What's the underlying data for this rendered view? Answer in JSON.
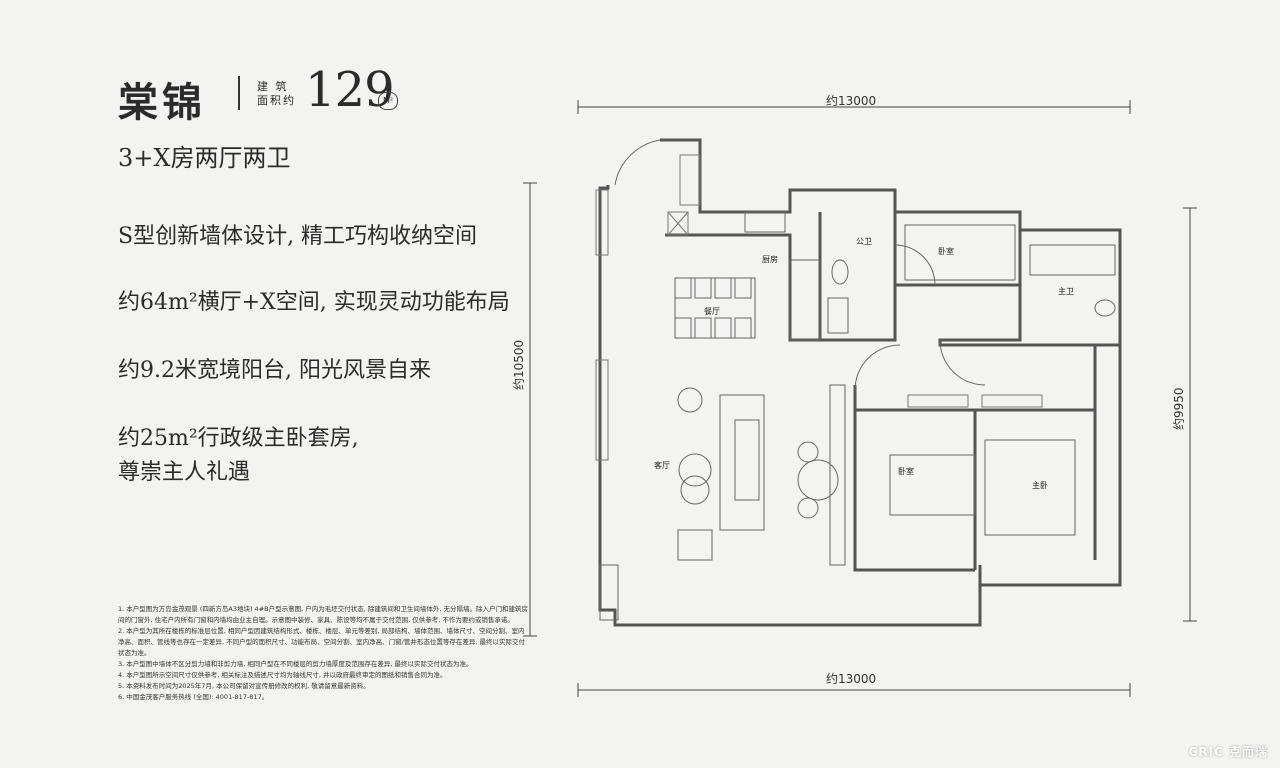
{
  "header": {
    "title": "棠锦",
    "area_label": "建 筑 面积约",
    "area_value": "129",
    "area_unit": "M²",
    "subtitle": "3+X房两厅两卫"
  },
  "features": [
    "S型创新墙体设计, 精工巧构收纳空间",
    "约64m²横厅+X空间, 实现灵动功能布局",
    "约9.2米宽境阳台, 阳光风景自来",
    "约25m²行政级主卧套房,",
    "尊崇主人礼遇"
  ],
  "notes": [
    "1. 本户型图为方岛金茂观景 (四新方岛A3地块) 4#B户型示意图, 户内为毛坯交付状态, 除建筑间和卫生间墙体外, 无分隔墙。除入户门和建筑房间的门窗外, 住宅户内所有门窗和内墙均由业主自理。示意图中装修、家具、陈设等均不属于交付范围, 仅供参考, 不作为要约或销售承诺。",
    "2. 本户型为其所在楼栋的标准层位置, 相同户型因建筑结构形式、楼栋、楼层、单元等差别, 局部结构、墙体范围、墙体尺寸、空间分割、室内净高、面积、管线等也存在一定差异, 不同户型的面积尺寸、功能布局、空间分割、室内净高、门窗/管井形态位置等存在差异, 最终以实际交付状态为准。",
    "3. 本户型图中墙体不区分剪力墙和非剪力墙, 相同户型在不同楼层的剪力墙厚度及范围存在差异, 最终以实际交付状态为准。",
    "4. 本户型图所示空间尺寸仅供参考, 相关标注及描述尺寸均为轴线尺寸, 并以政府最终审定的图纸和销售合同为准。",
    "5. 本资料发布时间为2025年7月, 本公司保留对宣传册修改的权利, 敬请留意最新资料。",
    "6. 中国金茂客户服务热线 (全国): 4001-817-817。"
  ],
  "dimensions": {
    "top_width": "约13000",
    "bottom_width": "约13000",
    "left_height": "约10500",
    "right_height": "约9950"
  },
  "rooms": {
    "kitchen": "厨房",
    "dining": "餐厅",
    "living": "客厅",
    "public_bath": "公卫",
    "bedroom_top": "卧室",
    "master_bath": "主卫",
    "bedroom_bottom": "卧室",
    "master_bedroom": "主卧"
  },
  "watermark": "CRIC 克而瑞",
  "colors": {
    "background": "#f3f3f1",
    "wall": "#555555",
    "text": "#2b2b2b"
  }
}
